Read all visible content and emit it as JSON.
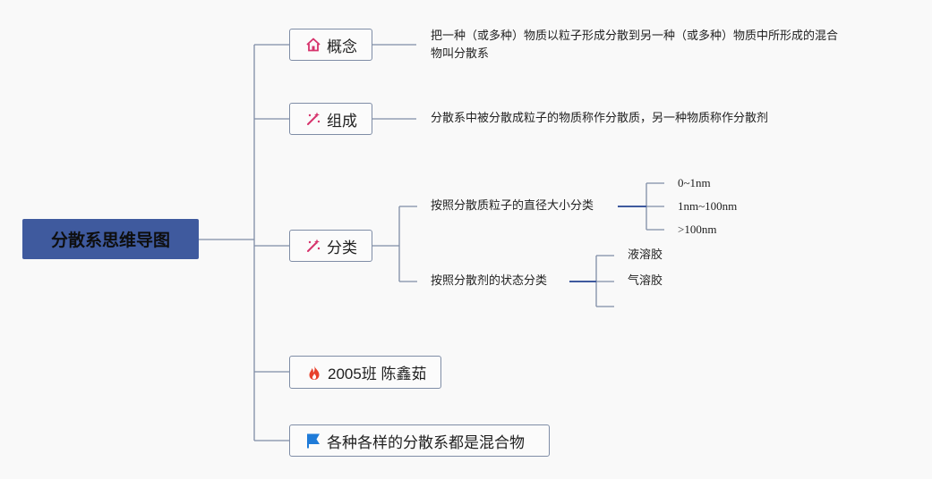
{
  "root": {
    "label": "分散系思维导图"
  },
  "branches": {
    "concept": {
      "label": "概念",
      "icon": "home-icon",
      "text_line1": "把一种（或多种）物质以粒子形成分散到另一种（或多种）物质中所形成的混合",
      "text_line2": "物叫分散系"
    },
    "composition": {
      "label": "组成",
      "icon": "sparkle-icon",
      "text": "分散系中被分散成粒子的物质称作分散质，另一种物质称作分散剂"
    },
    "classification": {
      "label": "分类",
      "icon": "sparkle-icon",
      "by_size": {
        "label": "按照分散质粒子的直径大小分类",
        "items": [
          "0~1nm",
          "1nm~100nm",
          ">100nm"
        ]
      },
      "by_state": {
        "label": "按照分散剂的状态分类",
        "items": [
          "液溶胶",
          "气溶胶",
          ""
        ]
      }
    },
    "author": {
      "label": "2005班 陈鑫茹",
      "icon": "fire-icon"
    },
    "note": {
      "label": "各种各样的分散系都是混合物",
      "icon": "flag-icon"
    }
  },
  "colors": {
    "root_bg": "#3f5a9e",
    "line": "#7f8da6",
    "home_icon": "#d6336c",
    "sparkle_icon": "#d6336c",
    "fire_icon": "#e8412c",
    "flag_icon": "#1f7bd8"
  }
}
